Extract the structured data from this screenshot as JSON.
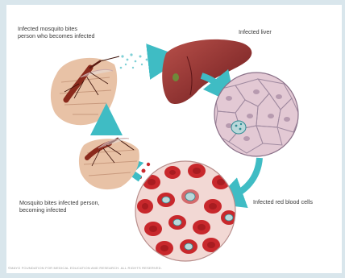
{
  "labels": {
    "mosquito_bites_healthy": "Infected mosquito bites\nperson who becomes infected",
    "infected_liver": "Infected liver",
    "infected_rbc": "Infected red blood cells",
    "mosquito_bites_infected": "Mosquito bites infected person,\nbecoming infected"
  },
  "copyright": "©MAYO FOUNDATION FOR MEDICAL EDUCATION AND RESEARCH. ALL RIGHTS RESERVED.",
  "colors": {
    "background": "#d9e6ec",
    "arrow": "#3fbcc4",
    "liver": "#8e2a2a",
    "skin": "#e8c2a6",
    "blood_cell": "#c8282c",
    "mosquito": "#9a3320"
  }
}
